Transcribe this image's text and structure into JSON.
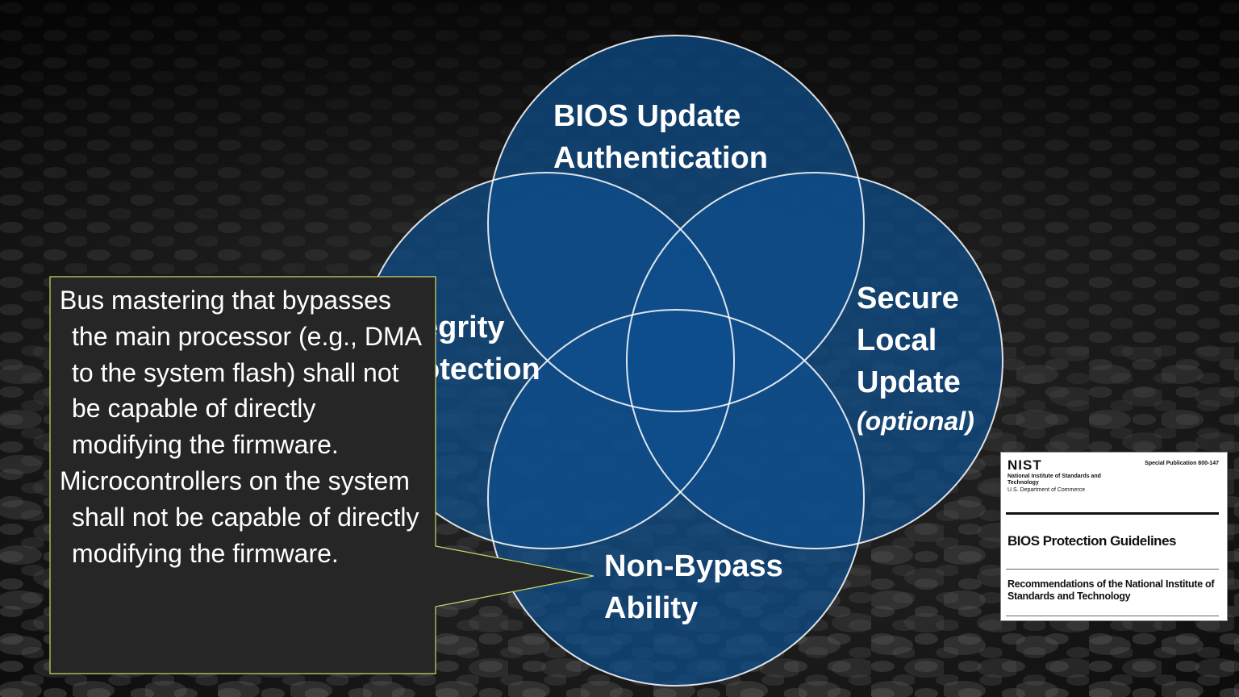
{
  "diagram": {
    "circles": [
      {
        "label_lines": [
          "BIOS Update",
          "Authentication"
        ],
        "sub": ""
      },
      {
        "label_lines": [
          "egrity",
          "otection"
        ],
        "sub": ""
      },
      {
        "label_lines": [
          "Secure",
          "Local",
          "Update"
        ],
        "sub": "(optional)"
      },
      {
        "label_lines": [
          "Non-Bypass",
          "Ability"
        ],
        "sub": ""
      }
    ],
    "circle_fill": "#0e4d8c",
    "circle_stroke": "#ffffff"
  },
  "callout": {
    "paragraphs": [
      "Bus mastering that bypasses the main processor (e.g., DMA to the system flash) shall not be capable of directly modifying the firmware.",
      "Microcontrollers on the system shall not be capable of directly modifying the firmware."
    ],
    "background": "#262626",
    "border": "#c8d96a"
  },
  "nist_document": {
    "logo": "NIST",
    "institute": "National Institute of Standards and Technology",
    "department": "U.S. Department of Commerce",
    "publication": "Special Publication 800-147",
    "title": "BIOS Protection Guidelines",
    "subtitle": "Recommendations of the National Institute of Standards and Technology"
  }
}
